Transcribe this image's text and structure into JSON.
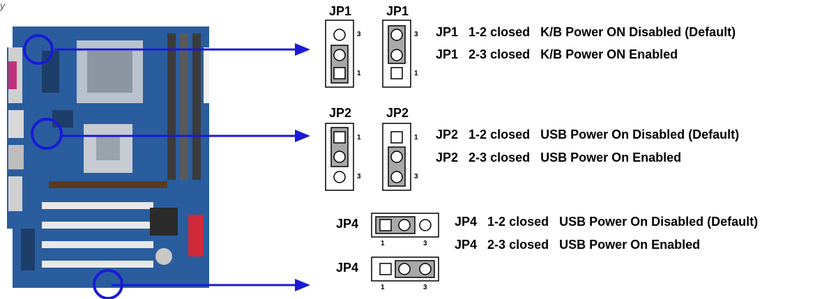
{
  "figure": {
    "top_fragment": "y"
  },
  "jp1": {
    "title_a": "JP1",
    "title_b": "JP1",
    "pin_top_a": "3",
    "pin_bot_a": "1",
    "pin_top_b": "3",
    "pin_bot_b": "1",
    "lines": [
      {
        "jumper": "JP1",
        "state": "1-2 closed",
        "desc": "K/B Power ON Disabled (Default)"
      },
      {
        "jumper": "JP1",
        "state": "2-3 closed",
        "desc": "K/B Power ON Enabled"
      }
    ]
  },
  "jp2": {
    "title_a": "JP2",
    "title_b": "JP2",
    "pin_top_a": "1",
    "pin_bot_a": "3",
    "pin_top_b": "1",
    "pin_bot_b": "3",
    "lines": [
      {
        "jumper": "JP2",
        "state": "1-2 closed",
        "desc": "USB Power On Disabled (Default)"
      },
      {
        "jumper": "JP2",
        "state": "2-3 closed",
        "desc": "USB Power On Enabled"
      }
    ]
  },
  "jp4": {
    "title_a": "JP4",
    "title_b": "JP4",
    "pin_left_a": "1",
    "pin_right_a": "3",
    "pin_left_b": "1",
    "pin_right_b": "3",
    "lines": [
      {
        "jumper": "JP4",
        "state": "1-2 closed",
        "desc": "USB Power On Disabled (Default)"
      },
      {
        "jumper": "JP4",
        "state": "2-3 closed",
        "desc": "USB Power On Enabled"
      }
    ]
  },
  "colors": {
    "arrow": "#1a1ad6",
    "board": "#2a5d9e",
    "jumper_cap": "#a8a8a8"
  }
}
